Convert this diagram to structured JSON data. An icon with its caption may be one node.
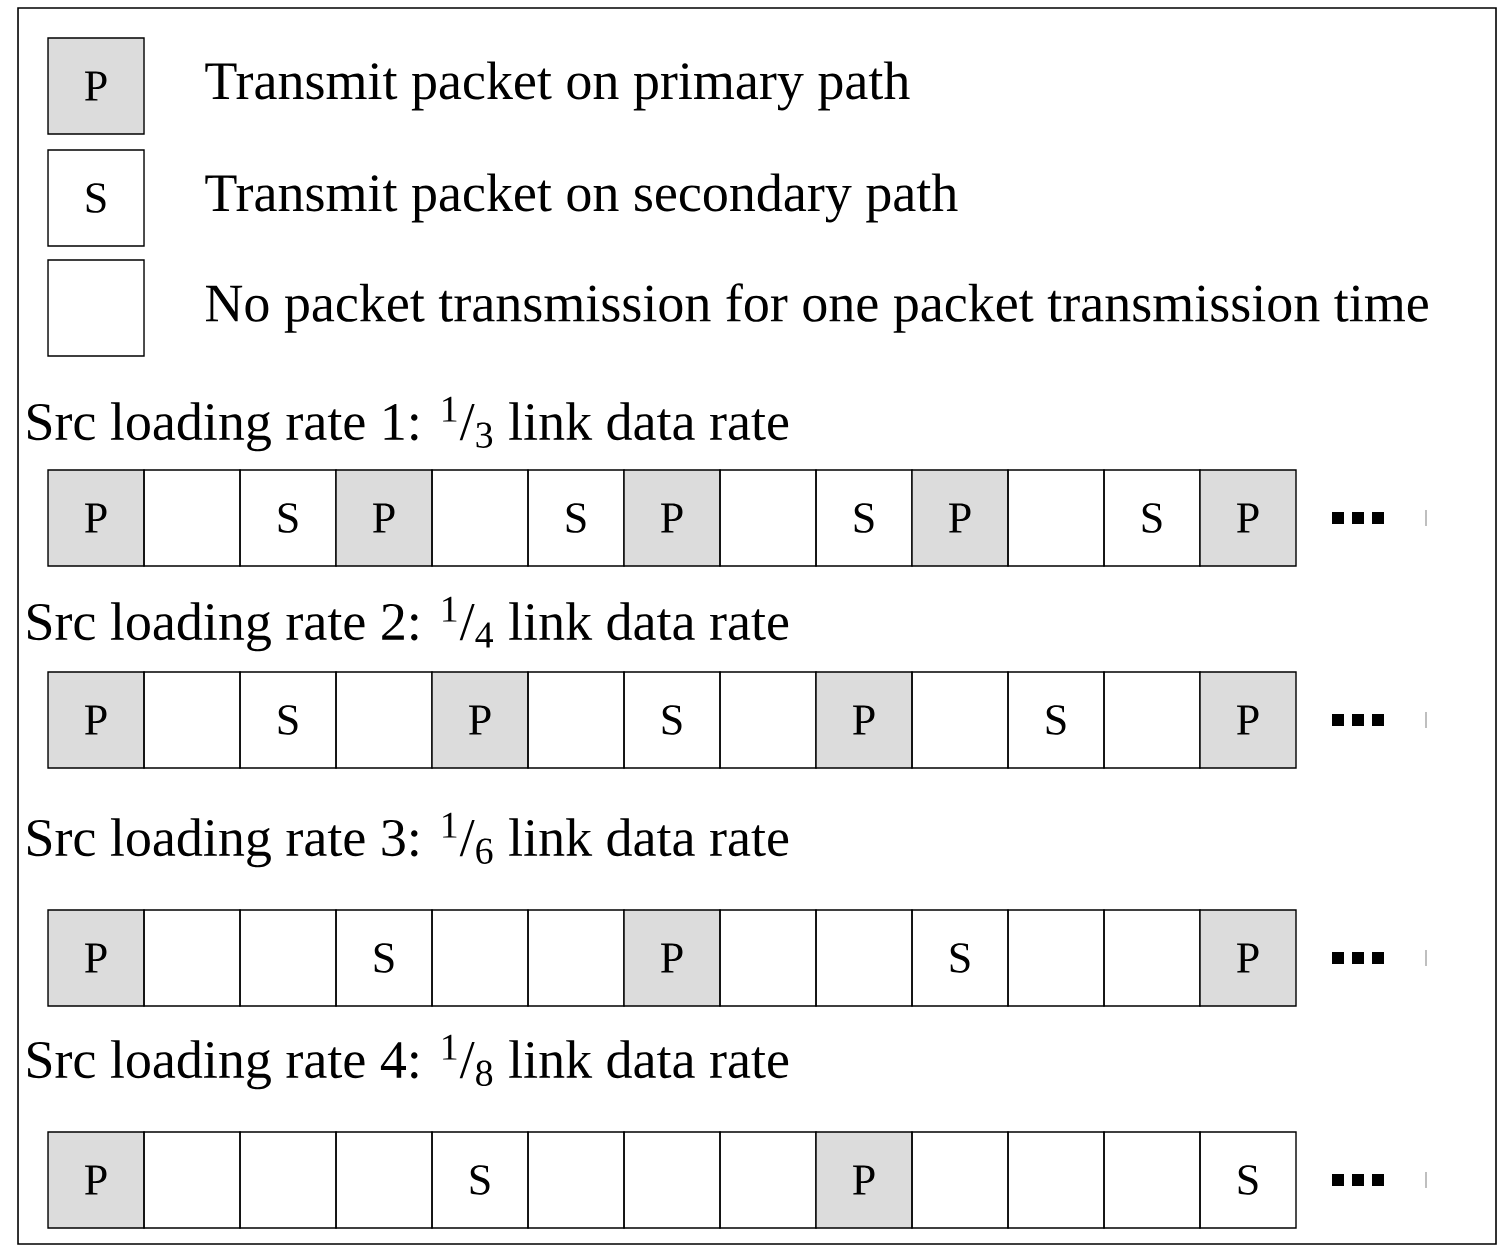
{
  "diagram": {
    "nodes": [
      {
        "text": [
          "P"
        ],
        "beside": [
          "Transmit packet on primary path"
        ]
      },
      {
        "text": [
          "S"
        ],
        "beside": [
          "Transmit packet on secondary path"
        ]
      },
      {
        "text": [],
        "shape": "box",
        "beside": [
          "No packet transmission for one packet transmission time"
        ]
      },
      {
        "text": [
          "P"
        ]
      },
      {
        "text": [],
        "shape": "box"
      },
      {
        "text": [
          "S"
        ]
      },
      {
        "text": [
          "P"
        ]
      },
      {
        "text": [],
        "shape": "box"
      },
      {
        "text": [
          "S"
        ]
      },
      {
        "text": [
          "P"
        ]
      },
      {
        "text": [],
        "shape": "box"
      },
      {
        "text": [
          "S"
        ]
      },
      {
        "text": [
          "P"
        ]
      },
      {
        "text": [],
        "shape": "box"
      },
      {
        "text": [
          "S"
        ]
      },
      {
        "text": [
          "P"
        ]
      },
      {
        "text": [
          "P"
        ]
      },
      {
        "text": [],
        "shape": "box"
      },
      {
        "text": [
          "S"
        ]
      },
      {
        "text": [],
        "shape": "box"
      },
      {
        "text": [
          "P"
        ]
      },
      {
        "text": [],
        "shape": "box"
      },
      {
        "text": [
          "S"
        ]
      },
      {
        "text": [],
        "shape": "box"
      },
      {
        "text": [
          "P"
        ]
      },
      {
        "text": [],
        "shape": "box"
      },
      {
        "text": [
          "S"
        ]
      },
      {
        "text": [],
        "shape": "box"
      },
      {
        "text": [
          "P"
        ]
      },
      {
        "text": [
          "P"
        ]
      },
      {
        "text": [],
        "shape": "box"
      },
      {
        "text": [],
        "shape": "box"
      },
      {
        "text": [
          "S"
        ]
      },
      {
        "text": [],
        "shape": "box"
      },
      {
        "text": [],
        "shape": "box"
      },
      {
        "text": [
          "P"
        ]
      },
      {
        "text": [],
        "shape": "box"
      },
      {
        "text": [],
        "shape": "box"
      },
      {
        "text": [
          "S"
        ]
      },
      {
        "text": [],
        "shape": "box"
      },
      {
        "text": [],
        "shape": "box"
      },
      {
        "text": [
          "P"
        ]
      },
      {
        "text": [
          "P"
        ]
      },
      {
        "text": [],
        "shape": "box"
      },
      {
        "text": [],
        "shape": "box"
      },
      {
        "text": [],
        "shape": "box"
      },
      {
        "text": [
          "S"
        ]
      },
      {
        "text": [],
        "shape": "box"
      },
      {
        "text": [],
        "shape": "box"
      },
      {
        "text": [],
        "shape": "box"
      },
      {
        "text": [
          "P"
        ]
      },
      {
        "text": [],
        "shape": "box"
      },
      {
        "text": [],
        "shape": "box"
      },
      {
        "text": [],
        "shape": "box"
      },
      {
        "text": [
          "S"
        ]
      }
    ],
    "labels": [
      "Src loading rate 1: $^{1}$/$_{3}$ link data rate",
      "Src loading rate 2: $^{1}$/$_{4}$ link data rate",
      "Src loading rate 3: $^{1}$/$_{6}$ link data rate",
      "Src loading rate 4: $^{1}$/$_{8}$ link data rate"
    ]
  }
}
